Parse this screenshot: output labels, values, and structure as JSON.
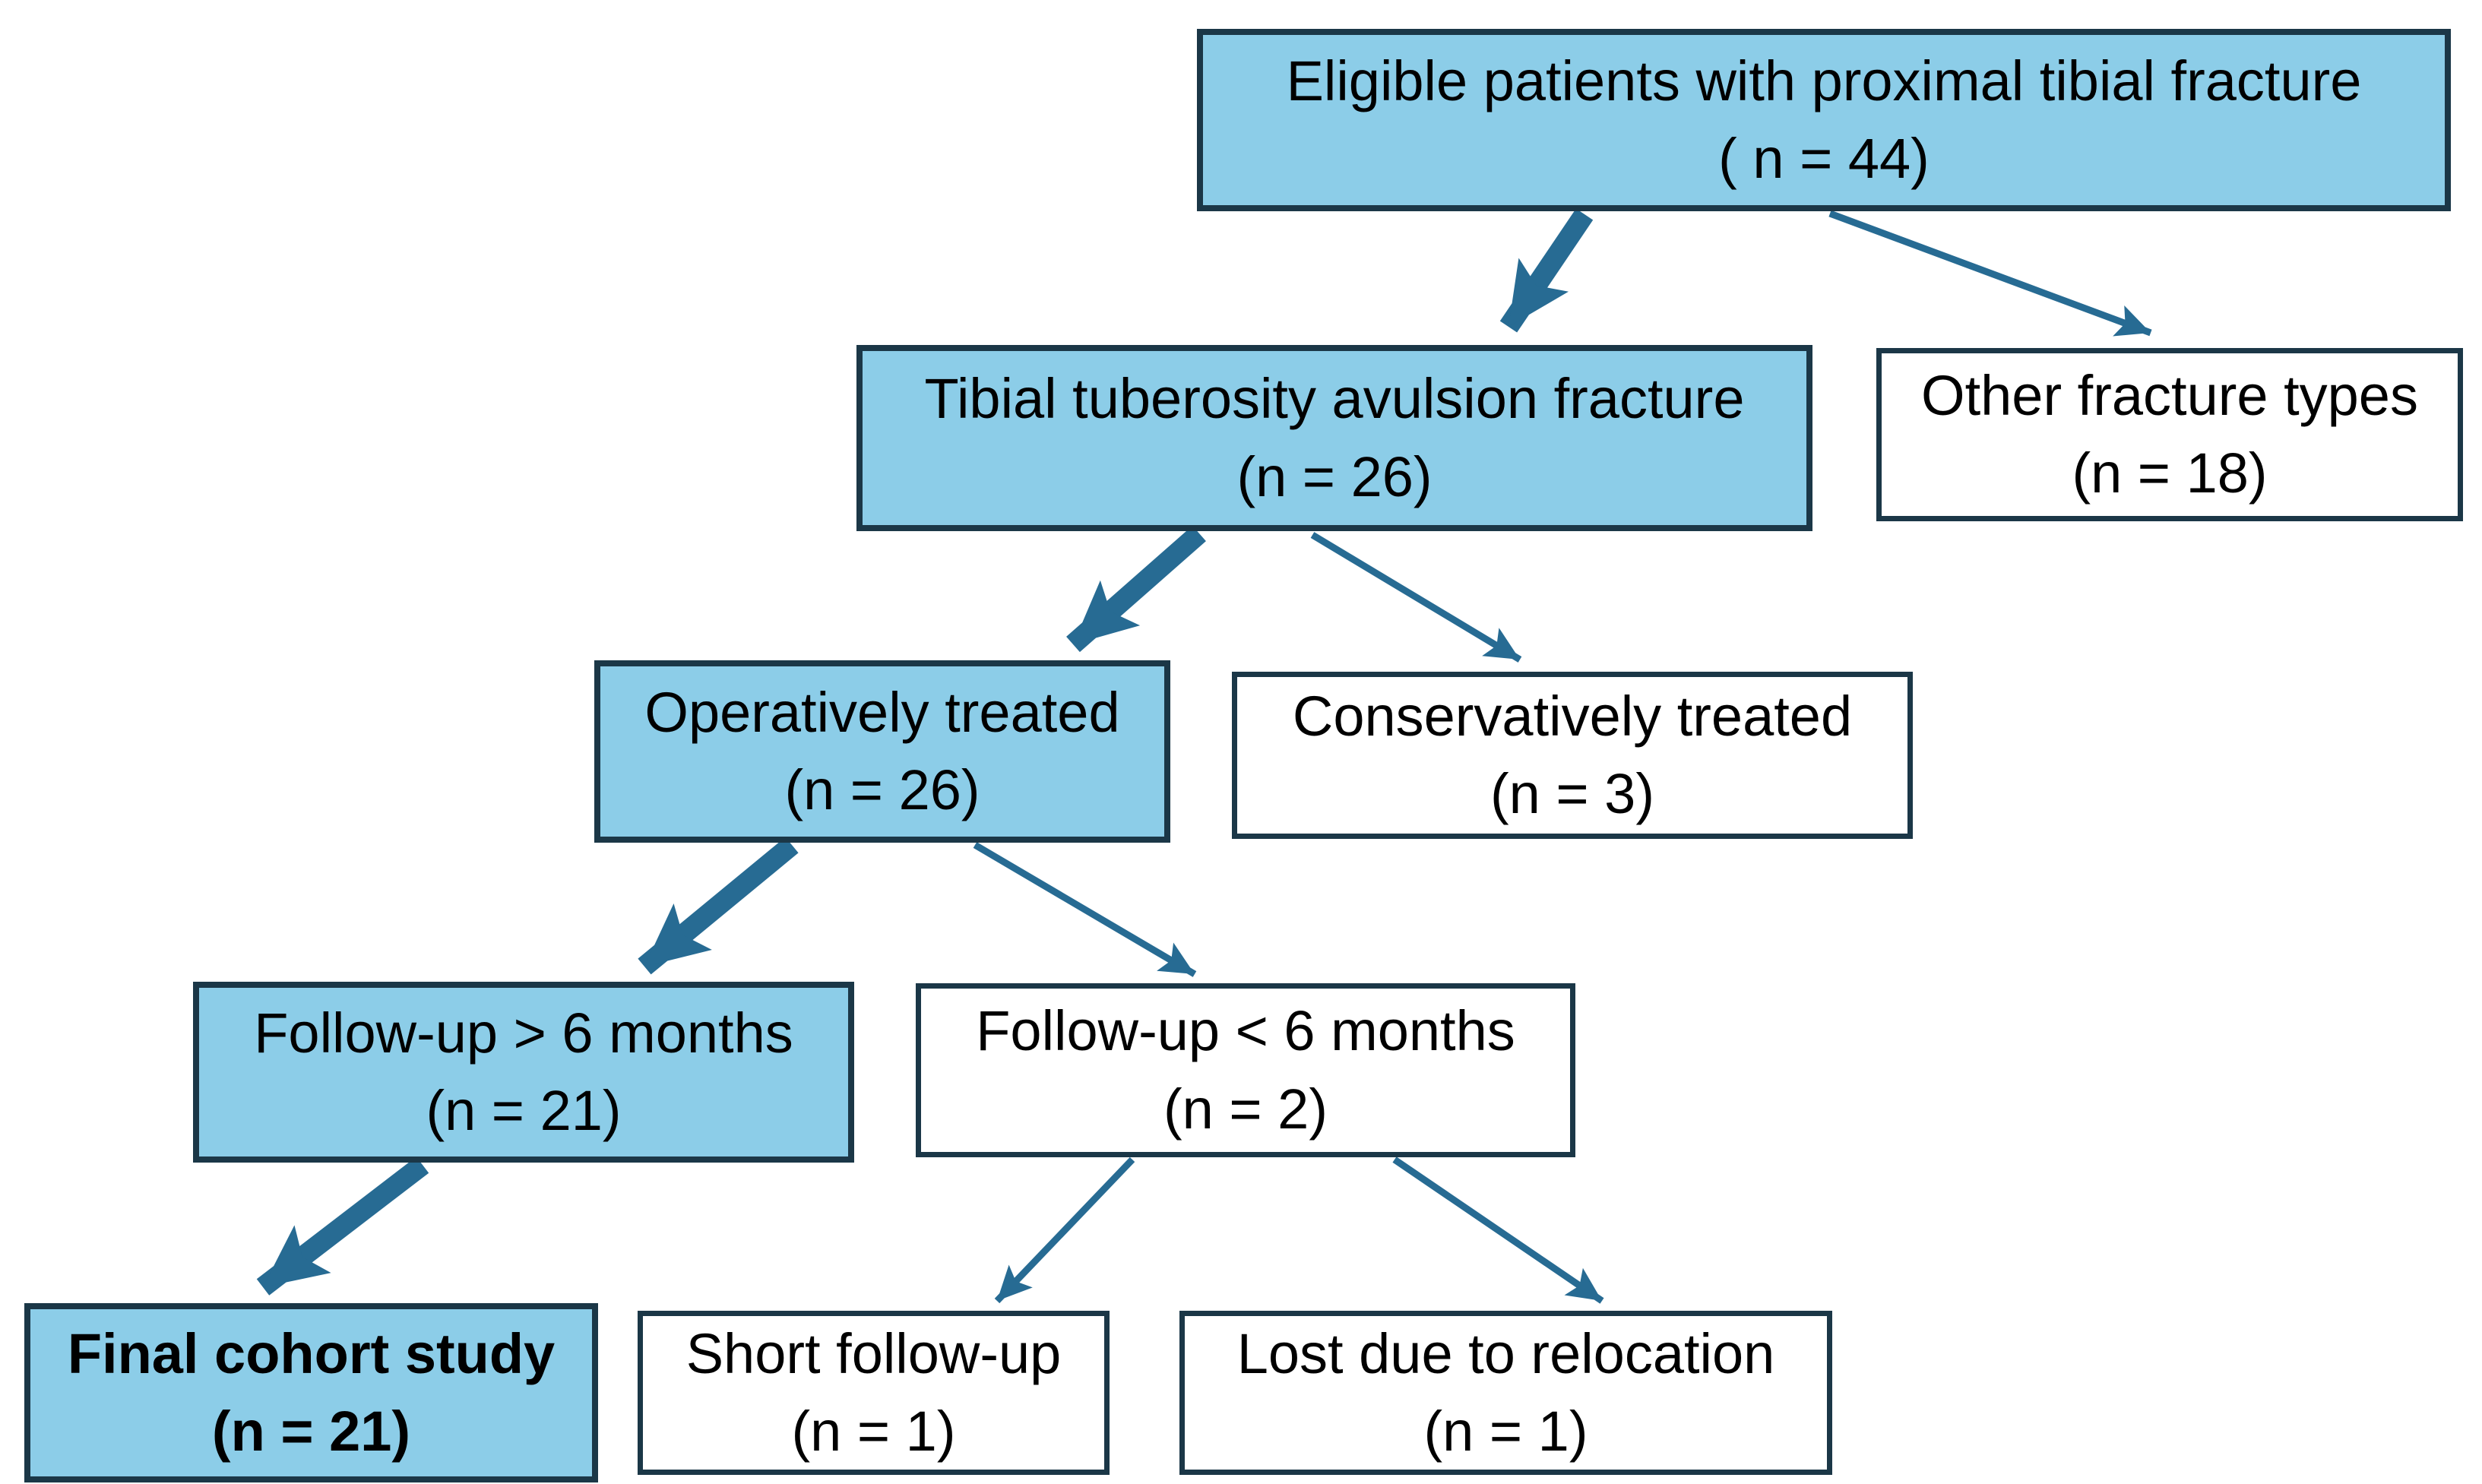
{
  "diagram_type": "patient-flow-chart",
  "colors": {
    "node_fill": "#8CCDE8",
    "node_border": "#1B3747",
    "arrow": "#276B93",
    "text": "#000000",
    "background": "#FFFFFF"
  },
  "nodes": {
    "eligible": {
      "text": "Eligible patients with proximal tibial fracture",
      "n": "( n = 44)",
      "style": "highlight"
    },
    "tibial": {
      "text": "Tibial tuberosity avulsion fracture",
      "n": "(n = 26)",
      "style": "highlight"
    },
    "other": {
      "text": "Other fracture types",
      "n": "(n = 18)",
      "style": "plain"
    },
    "operative": {
      "text": "Operatively treated",
      "n": "(n = 26)",
      "style": "highlight"
    },
    "conservative": {
      "text": "Conservatively treated",
      "n": "(n = 3)",
      "style": "plain"
    },
    "fu_over6": {
      "text": "Follow-up > 6 months",
      "n": "(n = 21)",
      "style": "highlight"
    },
    "fu_under6": {
      "text": "Follow-up < 6 months",
      "n": "(n = 2)",
      "style": "plain"
    },
    "final": {
      "text": "Final cohort study",
      "n": "(n = 21)",
      "style": "highlight-bold"
    },
    "short_fu": {
      "text": "Short follow-up",
      "n": "(n = 1)",
      "style": "plain"
    },
    "lost": {
      "text": "Lost due to relocation",
      "n": "(n = 1)",
      "style": "plain"
    }
  },
  "edges": [
    {
      "from": "eligible",
      "to": "tibial",
      "emphasis": "thick"
    },
    {
      "from": "eligible",
      "to": "other",
      "emphasis": "thin"
    },
    {
      "from": "tibial",
      "to": "operative",
      "emphasis": "thick"
    },
    {
      "from": "tibial",
      "to": "conservative",
      "emphasis": "thin"
    },
    {
      "from": "operative",
      "to": "fu_over6",
      "emphasis": "thick"
    },
    {
      "from": "operative",
      "to": "fu_under6",
      "emphasis": "thin"
    },
    {
      "from": "fu_over6",
      "to": "final",
      "emphasis": "thick"
    },
    {
      "from": "fu_under6",
      "to": "short_fu",
      "emphasis": "thin"
    },
    {
      "from": "fu_under6",
      "to": "lost",
      "emphasis": "thin"
    }
  ]
}
